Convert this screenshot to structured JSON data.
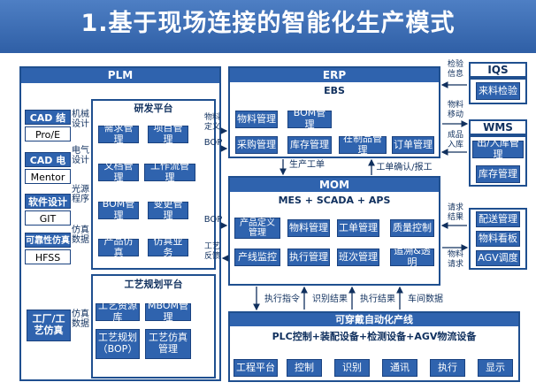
{
  "title": "1.基于现场连接的智能化生产模式",
  "plm": {
    "title": "PLM",
    "cad_blocks": [
      {
        "name": "CAD 结构",
        "value": "Pro/E"
      },
      {
        "name": "CAD 电气",
        "value": "Mentor"
      },
      {
        "name": "软件设计",
        "value": "GIT"
      },
      {
        "name": "可靠性仿真",
        "value": "HFSS"
      }
    ],
    "rd": {
      "title": "研发平台",
      "buttons": [
        "需求管理",
        "项目管理",
        "文档管理",
        "工作流管理",
        "BOM管理",
        "变更管理",
        "产品仿真",
        "仿真业务"
      ]
    },
    "process": {
      "title": "工艺规划平台",
      "buttons": [
        "工艺资源库",
        "MBOM管理",
        "工艺规划\n（BOP）",
        "工艺仿真管理"
      ]
    },
    "factory": "工厂/工艺仿真",
    "side_labels": [
      "机械设计",
      "电气设计",
      "光源程序",
      "仿真数据",
      "仿真数据"
    ]
  },
  "erp": {
    "title": "ERP",
    "ebs": "EBS",
    "buttons": [
      "物料管理",
      "BOM管理",
      "采购管理",
      "库存管理",
      "在制品管理",
      "订单管理"
    ]
  },
  "mom": {
    "title": "MOM",
    "sub": "MES + SCADA + APS",
    "buttons": [
      "产品定义管理",
      "物料管理",
      "工单管理",
      "质量控制",
      "产线监控",
      "执行管理",
      "班次管理",
      "追溯&透明"
    ]
  },
  "plc": {
    "title": "可穿戴自动化产线",
    "sub": "PLC控制+装配设备+检测设备+AGV物流设备",
    "buttons": [
      "工程平台",
      "控制",
      "识别",
      "通讯",
      "执行",
      "显示"
    ]
  },
  "iqs": {
    "title": "IQS",
    "button": "来料检验"
  },
  "wms": {
    "title": "WMS",
    "buttons": [
      "出/入库管理",
      "库存管理"
    ]
  },
  "dist": {
    "buttons": [
      "配送管理",
      "物料看板",
      "AGV调度"
    ]
  },
  "flow_labels": {
    "wuliao_dingyi": "物料定义",
    "bop1": "BOP",
    "bop2": "BOP",
    "gongyi_fankui": "工艺反馈",
    "shengchan_gongdan": "生产工单",
    "gongdan_queren": "工单确认/报工",
    "jianyan_xinxi": "检验信息",
    "wuliao_yidong": "物料移动",
    "chengpin_ruku": "成品入库",
    "qingqiu_jieguo": "请求结果",
    "wuliao_qingqiu": "物料请求",
    "zhixing_zhiling": "执行指令",
    "shibie_jieguo": "识别结果",
    "zhixing_jieguo": "执行结果",
    "chejian_shuju": "车间数据"
  }
}
